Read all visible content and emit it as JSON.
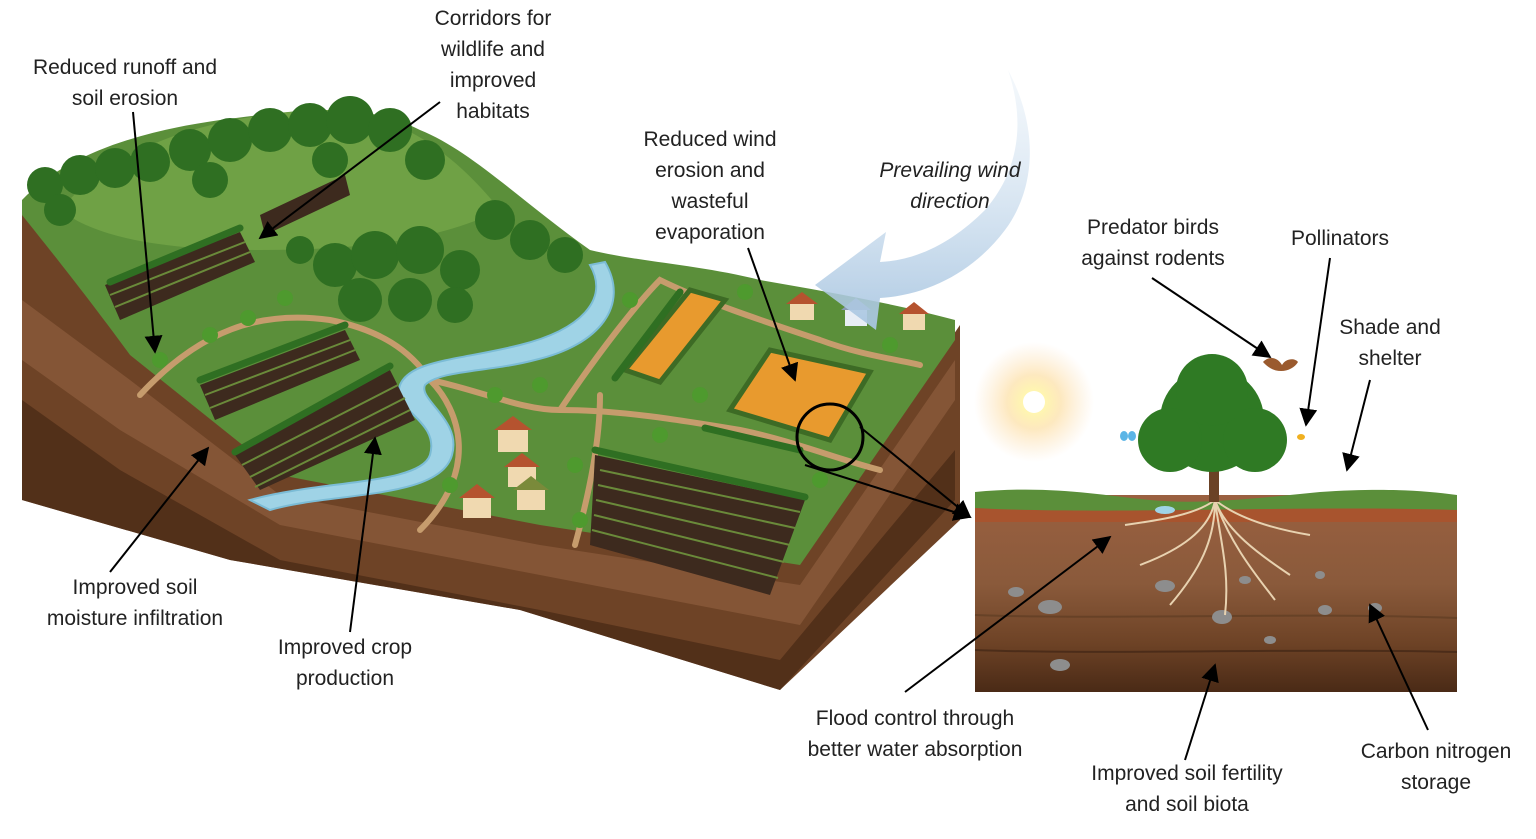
{
  "colors": {
    "grass": "#5b8f3a",
    "grass_light": "#78a84a",
    "soil_top": "#8a5a3b",
    "soil_mid": "#6e4326",
    "soil_dark": "#4a2a16",
    "crop_field": "#e89a2e",
    "tilled_field": "#3d2a1e",
    "river": "#9fd3e6",
    "tree_canopy": "#2f6f22",
    "path": "#c69c6d",
    "wind_arrow": "#b9d1e6",
    "sun": "#fff2a8",
    "arrow": "#000000"
  },
  "labels": {
    "reduced_runoff": [
      "Reduced runoff and",
      "soil erosion"
    ],
    "corridors": [
      "Corridors for",
      "wildlife and",
      "improved",
      "habitats"
    ],
    "reduced_wind": [
      "Reduced wind",
      "erosion and",
      "wasteful",
      "evaporation"
    ],
    "wind_direction": [
      "Prevailing wind",
      "direction"
    ],
    "predator_birds": [
      "Predator birds",
      "against rodents"
    ],
    "pollinators": [
      "Pollinators"
    ],
    "shade": [
      "Shade and",
      "shelter"
    ],
    "soil_moisture": [
      "Improved soil",
      "moisture infiltration"
    ],
    "crop_production": [
      "Improved crop",
      "production"
    ],
    "flood_control": [
      "Flood control through",
      "better water absorption"
    ],
    "soil_fertility": [
      "Improved soil fertility",
      "and soil biota"
    ],
    "carbon_storage": [
      "Carbon nitrogen",
      "storage"
    ]
  },
  "icons": [
    "sun-icon",
    "bird-icon",
    "butterfly-icon",
    "bee-icon",
    "house-icon",
    "tree-icon",
    "wind-arrow-icon"
  ]
}
